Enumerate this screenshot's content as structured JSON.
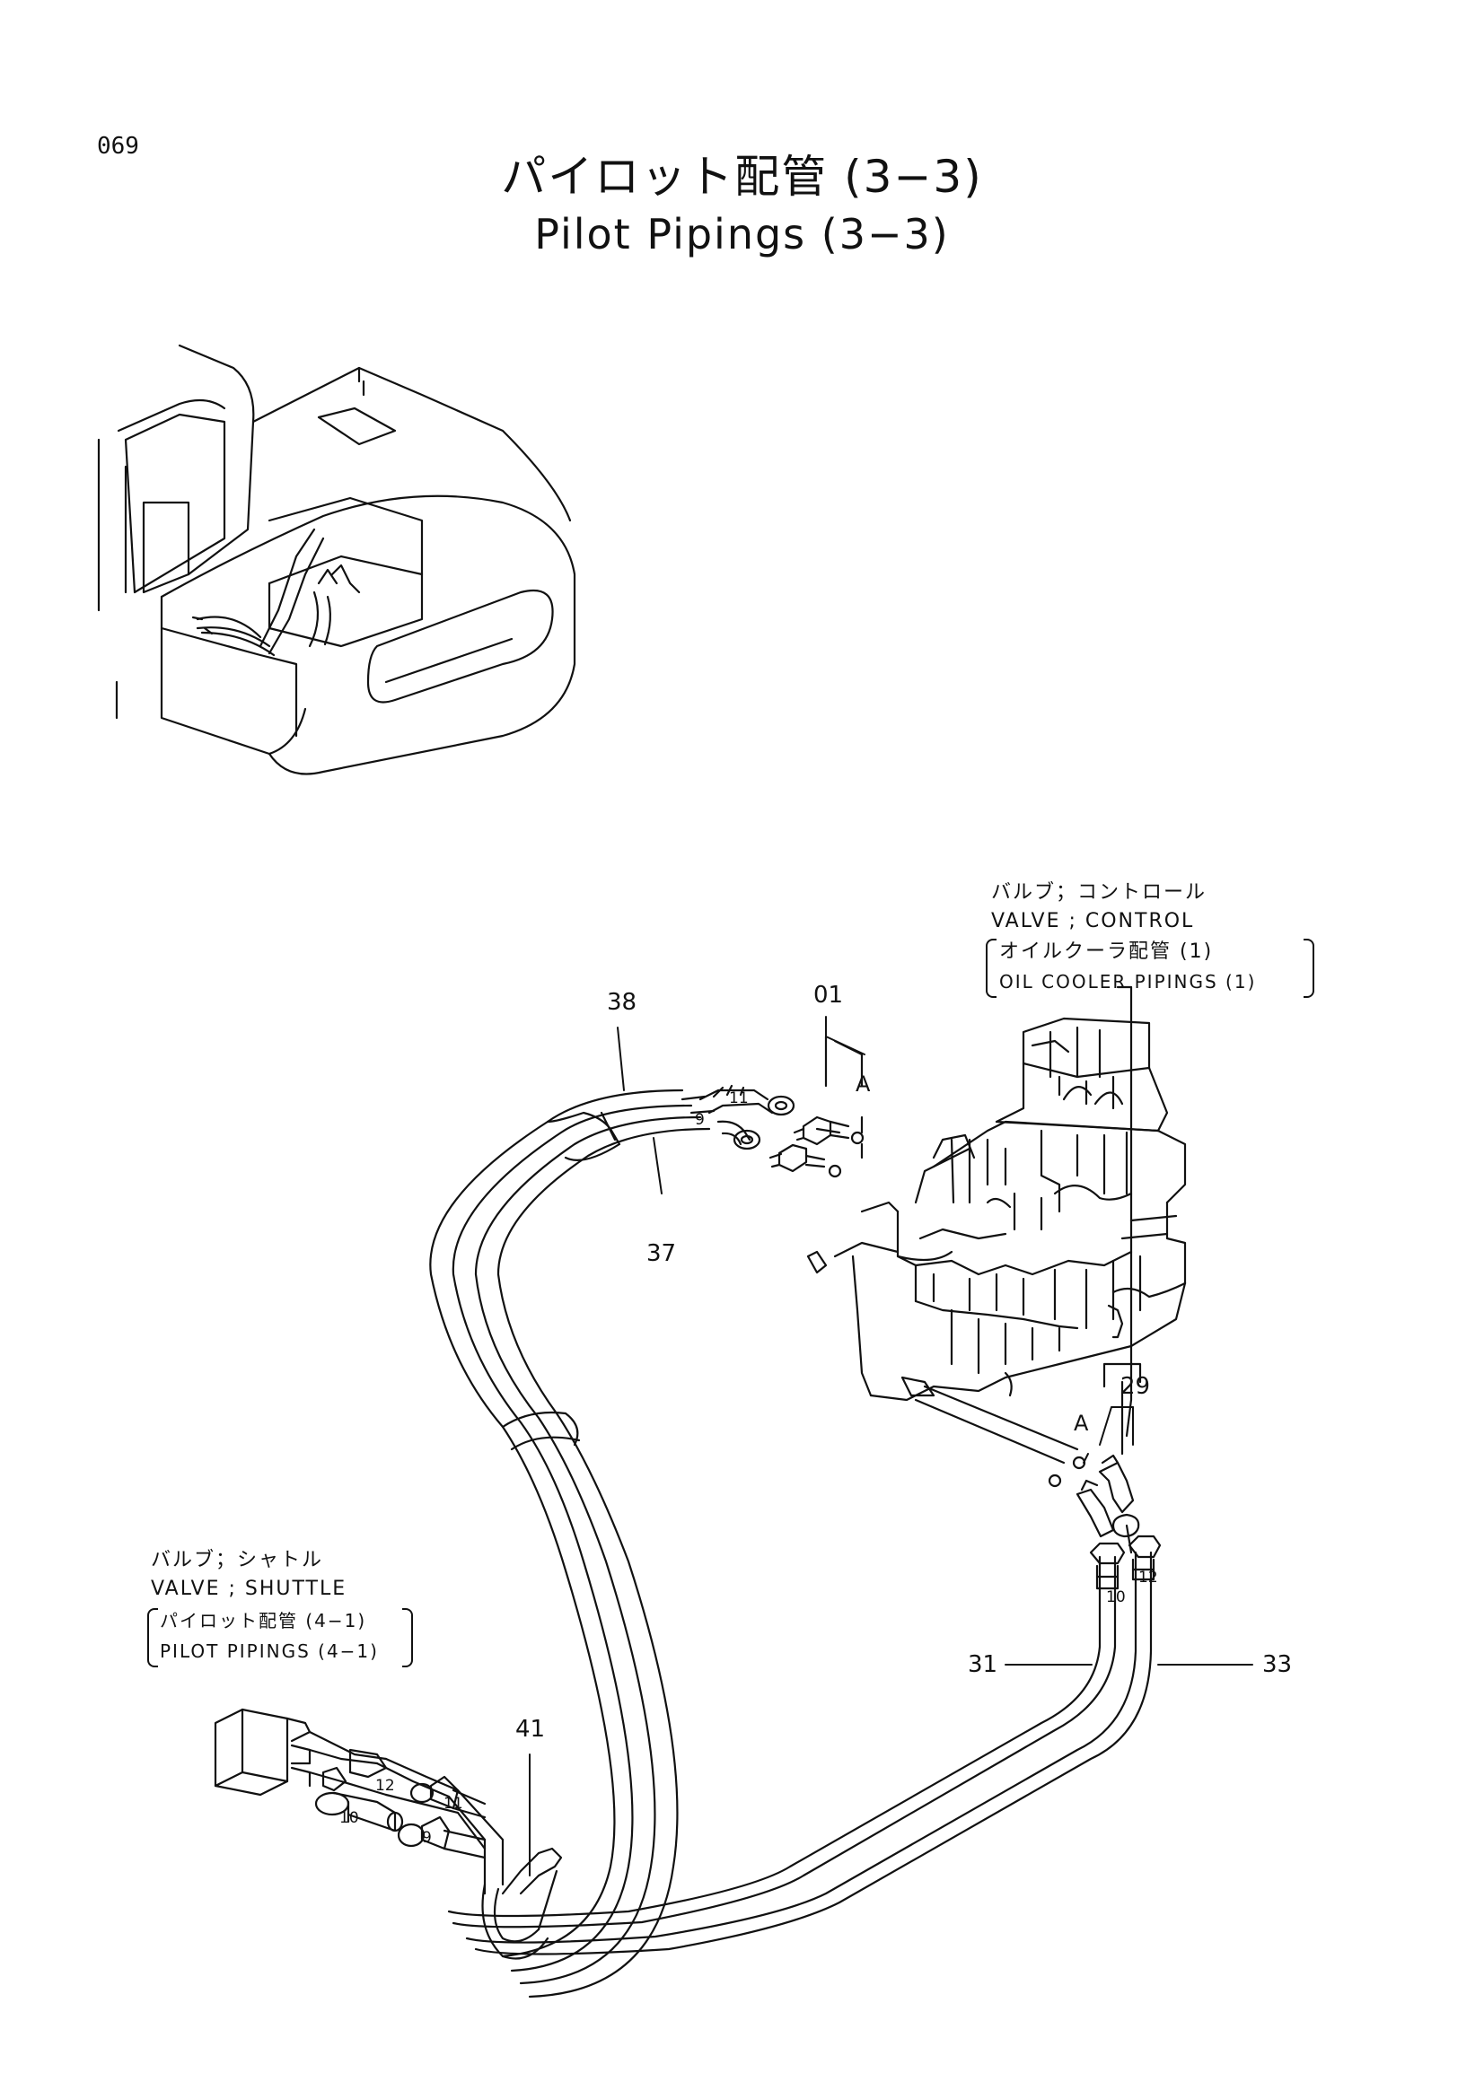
{
  "page_number": "069",
  "title": {
    "japanese": "パイロット配管 (3−3)",
    "english": "Pilot Pipings (3−3)"
  },
  "references": {
    "control_valve": {
      "jp": "バルブ；コントロール",
      "en": "VALVE ; CONTROL",
      "see_jp": "オイルクーラ配管 (1)",
      "see_en": "OIL COOLER PIPINGS (1)"
    },
    "shuttle_valve": {
      "jp": "バルブ；シャトル",
      "en": "VALVE ; SHUTTLE",
      "see_jp": "パイロット配管 (4−1)",
      "see_en": "PILOT PIPINGS (4−1)"
    }
  },
  "callouts": {
    "c01": "01",
    "c29": "29",
    "c31": "31",
    "c33": "33",
    "c37": "37",
    "c38": "38",
    "c41": "41",
    "a_top": "A",
    "a_bottom": "A"
  },
  "port_labels": {
    "p11_top": "11",
    "p9_top": "9",
    "p10_right": "10",
    "p12_right": "12",
    "p12_left": "12",
    "p10_left": "10",
    "p11_left": "11",
    "p9_left": "9"
  }
}
